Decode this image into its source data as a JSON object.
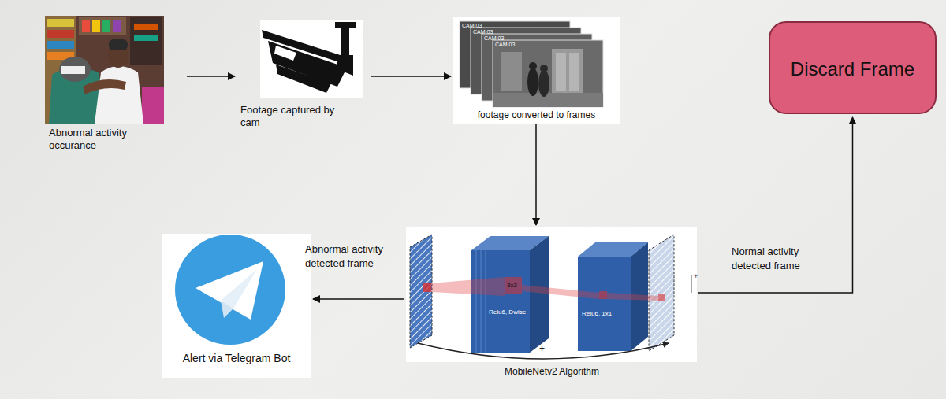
{
  "diagram": {
    "nodes": [
      {
        "text": [
          "Abnormal activity occurance"
        ]
      },
      {
        "text": [
          "Footage captured by cam"
        ]
      },
      {
        "text": [
          "footage converted to frames"
        ]
      },
      {
        "text": [
          "Discard Frame"
        ]
      },
      {
        "text": [
          "MobileNetv2 Algorithm"
        ]
      },
      {
        "text": [
          "Alert via Telegram Bot"
        ]
      }
    ],
    "edges": [
      {
        "from": 0,
        "to": 1,
        "arrow": "to"
      },
      {
        "from": 1,
        "to": 2,
        "arrow": "to"
      },
      {
        "from": 2,
        "to": 4,
        "arrow": "to"
      },
      {
        "from": 4,
        "to": 5,
        "label": "Abnormal activity detected frame",
        "arrow": "to"
      },
      {
        "from": 4,
        "to": 3,
        "label": "Normal activity detected frame",
        "arrow": "to"
      }
    ],
    "labels": [
      "CAM 03",
      "CAM 03",
      "CAM 03",
      "CAM 03",
      "3x3",
      "Relu6, Dwise",
      "Relu6, 1x1",
      "+",
      "+"
    ]
  }
}
